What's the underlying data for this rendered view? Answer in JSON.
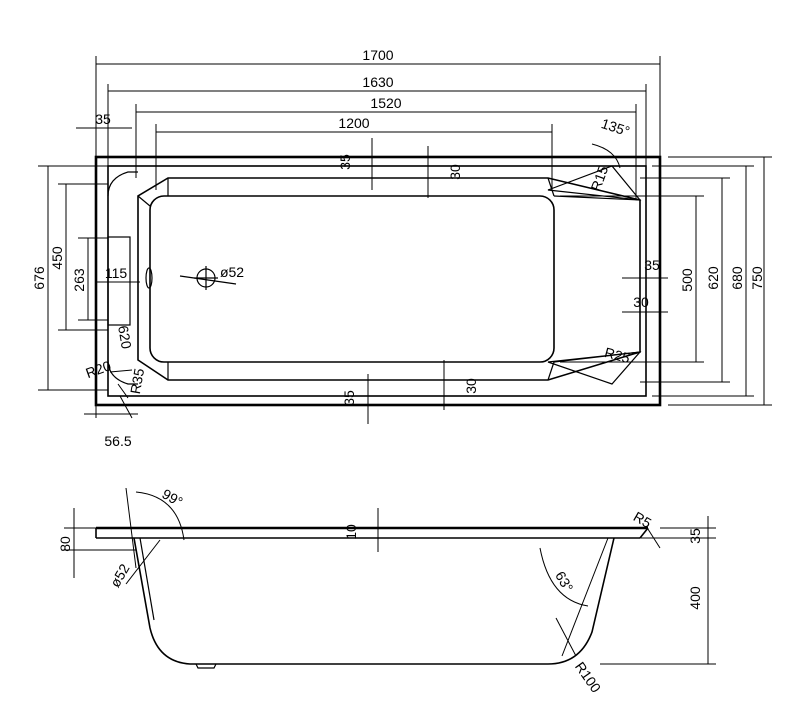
{
  "plan_view": {
    "dims_horizontal": [
      "1700",
      "1630",
      "1520",
      "1200"
    ],
    "dim_35_top_left": "35",
    "angle_135": "135°",
    "inner_top_35": "35",
    "inner_top_30": "30",
    "radius_r15": "R15",
    "dims_right": [
      "500",
      "620",
      "680",
      "750"
    ],
    "right_35": "35",
    "right_30": "30",
    "radius_r25": "R25",
    "dims_left": [
      "676",
      "450",
      "263"
    ],
    "dim_115": "115",
    "drain_diameter": "ø52",
    "radius_r20": "R20",
    "dim_620_left": "620",
    "radius_r35": "R35",
    "bottom_35": "35",
    "bottom_30": "30",
    "dim_56_5": "56.5"
  },
  "side_view": {
    "angle_99": "99°",
    "dim_80": "80",
    "dim_10": "10",
    "radius_r5": "R5",
    "dim_35": "35",
    "drain_diameter": "ø52",
    "angle_63": "63°",
    "dim_400": "400",
    "radius_r100": "R100"
  }
}
